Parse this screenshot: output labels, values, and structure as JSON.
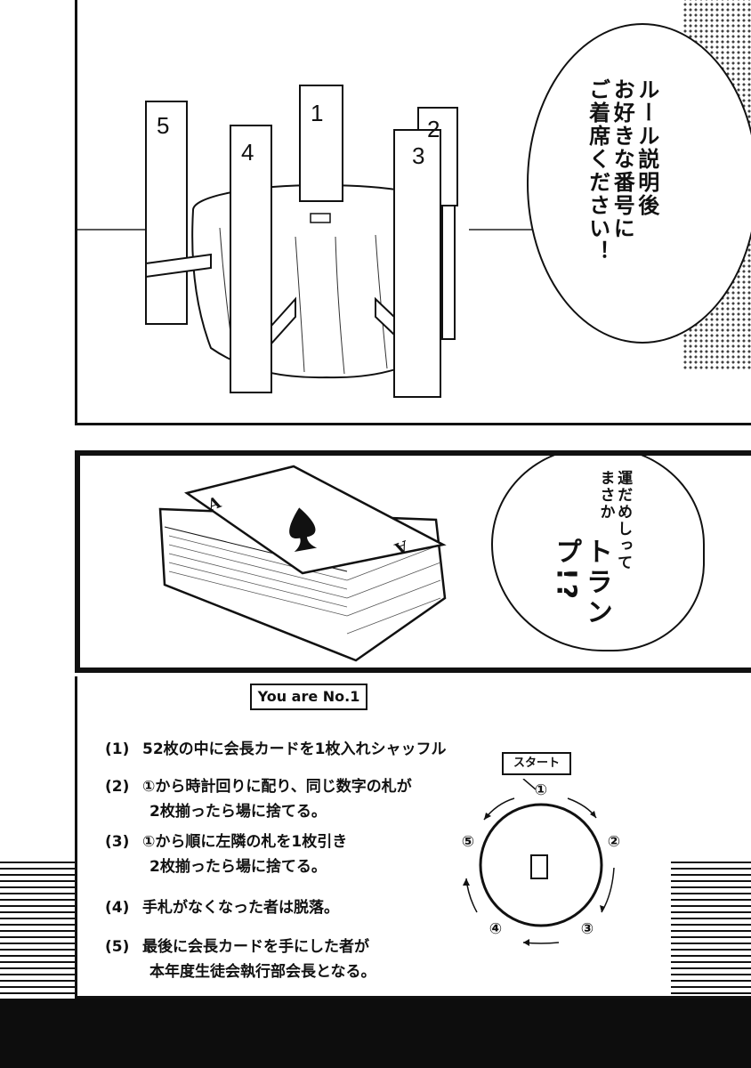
{
  "top_panel": {
    "chair_numbers": [
      "1",
      "2",
      "3",
      "4",
      "5"
    ],
    "bubble_text": [
      "ルール説明後",
      "お好きな番号に",
      "ご着席ください！"
    ]
  },
  "mid_panel": {
    "card_rank": "A",
    "bubble_lines": [
      "運だめしって",
      "まさか"
    ],
    "bubble_big": "トランプ!?"
  },
  "rules_panel": {
    "you_are": "You are No.1",
    "rules": [
      {
        "num": "(1)",
        "lines": [
          "52枚の中に会長カードを1枚入れシャッフル"
        ]
      },
      {
        "num": "(2)",
        "lines": [
          "①から時計回りに配り、同じ数字の札が",
          "2枚揃ったら場に捨てる。"
        ]
      },
      {
        "num": "(3)",
        "lines": [
          "①から順に左隣の札を1枚引き",
          "2枚揃ったら場に捨てる。"
        ]
      },
      {
        "num": "(4)",
        "lines": [
          "手札がなくなった者は脱落。"
        ]
      },
      {
        "num": "(5)",
        "lines": [
          "最後に会長カードを手にした者が",
          "本年度生徒会執行部会長となる。"
        ]
      }
    ],
    "diagram": {
      "start_label": "スタート",
      "seats": [
        "①",
        "②",
        "③",
        "④",
        "⑤"
      ]
    }
  }
}
